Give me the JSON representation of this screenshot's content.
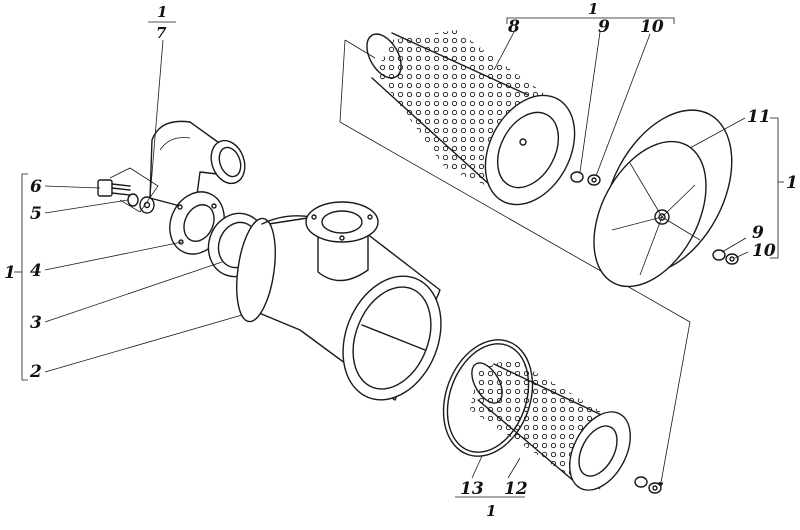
{
  "callouts": {
    "c1_left": "1",
    "c2": "2",
    "c3": "3",
    "c4": "4",
    "c5": "5",
    "c6": "6",
    "frac_top_num": "1",
    "frac_top_den": "7",
    "c8": "8",
    "c9_top": "9",
    "c10_top": "10",
    "frac_right_num": "1",
    "c11": "11",
    "c1_right": "1",
    "c9_right": "9",
    "c10_right": "10",
    "c13": "13",
    "c12": "12",
    "frac_bottom_num": "1"
  }
}
